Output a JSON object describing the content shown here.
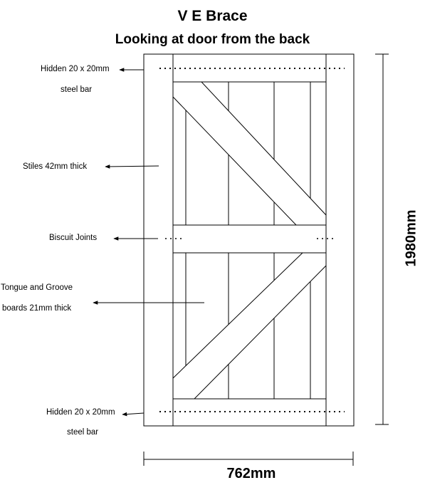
{
  "title": "V E Brace",
  "subtitle": "Looking at door from the back",
  "labels": {
    "top_bar_line1": "Hidden 20 x 20mm",
    "top_bar_line2": "steel bar",
    "stiles": "Stiles 42mm thick",
    "biscuit": "Biscuit Joints",
    "tg_line1": "Tongue and Groove",
    "tg_line2": "boards 21mm thick",
    "bottom_bar_line1": "Hidden 20 x 20mm",
    "bottom_bar_line2": "steel bar"
  },
  "dimensions": {
    "height": "1980mm",
    "width": "762mm"
  }
}
